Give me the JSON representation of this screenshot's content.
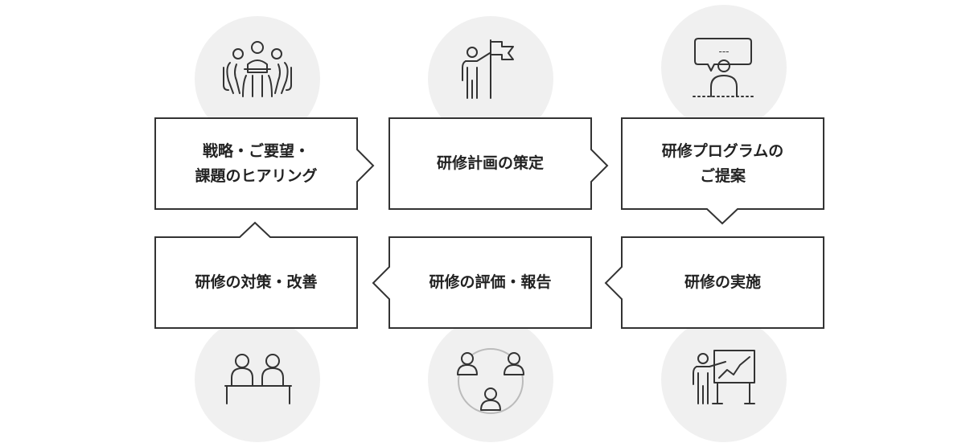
{
  "steps": [
    {
      "label": "戦略・ご要望・\n課題のヒアリング",
      "icon": "meeting-table-icon"
    },
    {
      "label": "研修計画の策定",
      "icon": "person-with-flag-icon"
    },
    {
      "label": "研修プログラムの\nご提案",
      "icon": "presenter-with-speech-bubble-icon"
    },
    {
      "label": "研修の実施",
      "icon": "presentation-board-icon"
    },
    {
      "label": "研修の評価・報告",
      "icon": "people-circle-icon"
    },
    {
      "label": "研修の対策・改善",
      "icon": "two-people-at-desk-icon"
    }
  ],
  "speech_bubble_text": "---",
  "colors": {
    "circle": "#f0f0f0",
    "border": "#333333",
    "text": "#222222",
    "icon": "#333333"
  }
}
